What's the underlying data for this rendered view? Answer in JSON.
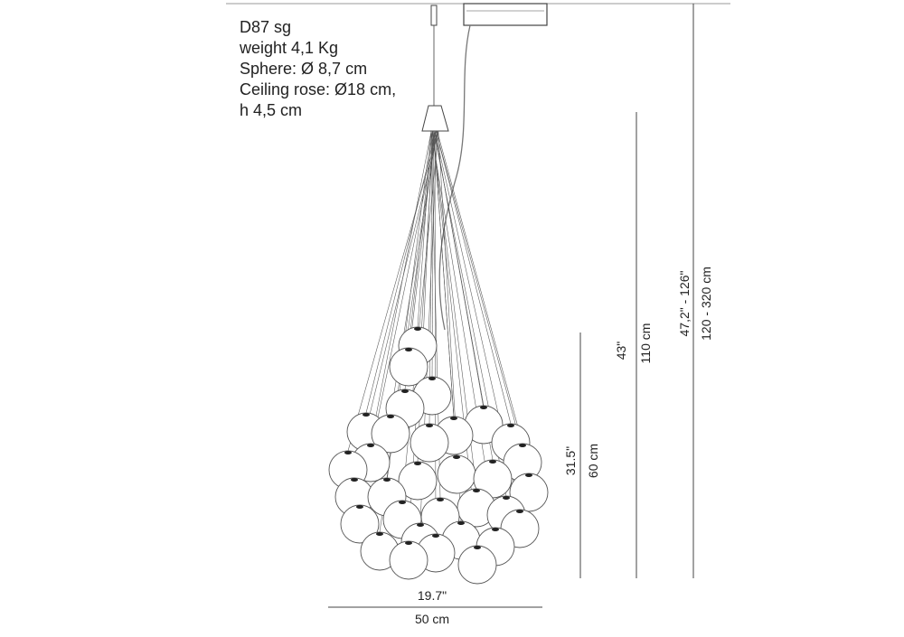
{
  "specs": {
    "model": "D87 sg",
    "weight": "weight  4,1 Kg",
    "sphere": "Sphere: Ø 8,7 cm",
    "ceiling_rose_line1": "Ceiling rose: Ø18 cm,",
    "ceiling_rose_line2": "h 4,5 cm"
  },
  "dimensions": {
    "width_in": "19.7\"",
    "width_cm": "50 cm",
    "cluster_height_in": "31.5\"",
    "cluster_height_cm": "60 cm",
    "mid_height_in": "43\"",
    "mid_height_cm": "110 cm",
    "total_height_in": "47,2\" - 126\"",
    "total_height_cm": "120 - 320 cm"
  }
}
